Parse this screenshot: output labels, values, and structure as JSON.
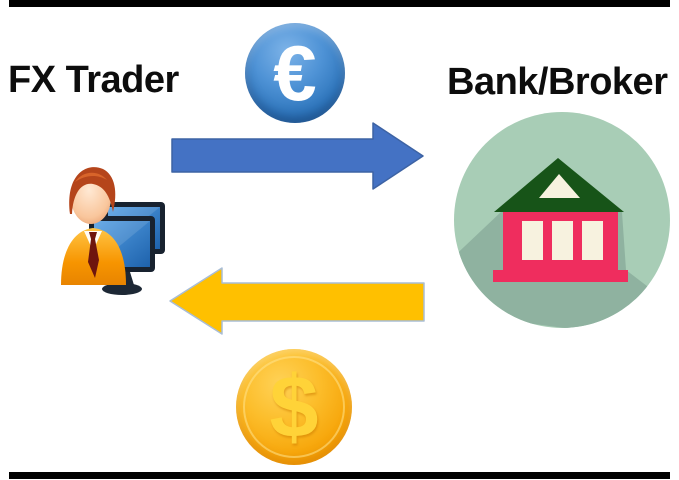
{
  "page": {
    "background": "#ffffff",
    "frame_color": "#000000",
    "description": "FX trading flow diagram between an FX trader and a bank/broker"
  },
  "labels": {
    "fx_trader": "FX Trader",
    "bank_broker": "Bank/Broker"
  },
  "coins": {
    "euro": {
      "symbol": "€",
      "coin_color": "#3077bd",
      "symbol_color": "#ffffff"
    },
    "dollar": {
      "symbol": "$",
      "coin_color": "#f7a70c",
      "symbol_color": "#ffd338"
    }
  },
  "arrows": {
    "euro_flow": {
      "direction": "right",
      "from": "FX Trader",
      "to": "Bank/Broker",
      "color": "#4472c4"
    },
    "dollar_flow": {
      "direction": "left",
      "from": "Bank/Broker",
      "to": "FX Trader",
      "color": "#ffc000"
    }
  },
  "icons": {
    "trader": {
      "name": "trader-at-computers-icon",
      "shirt_color": "#f79500",
      "monitor_color": "#2f7fd0"
    },
    "bank": {
      "name": "bank-building-icon",
      "circle_color": "#a8cdb6",
      "shadow_color": "#8fb2a0",
      "roof_color": "#175418",
      "column_color": "#ef2d5e",
      "pediment_color": "#f7f2df"
    }
  }
}
